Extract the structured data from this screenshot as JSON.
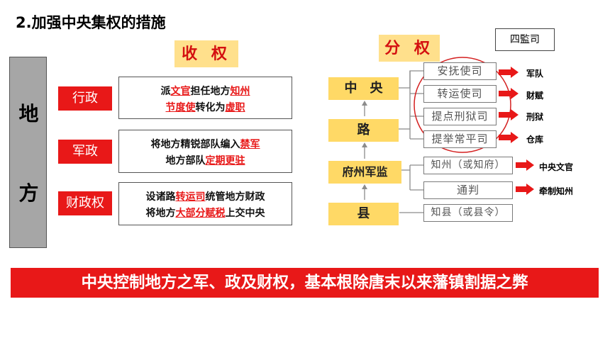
{
  "title": "2.加强中央集权的措施",
  "side_label": [
    "地",
    "方"
  ],
  "left": {
    "header": "收 权",
    "rows": [
      {
        "category": "行政",
        "line1": [
          "派",
          "文官",
          "担任地方",
          "知州"
        ],
        "line2": [
          "节度使",
          "转化为",
          "虚职"
        ]
      },
      {
        "category": "军政",
        "line1": [
          "将地方精锐部队编入",
          "禁军"
        ],
        "line2": [
          "地方部队",
          "定期更驻"
        ]
      },
      {
        "category": "财政权",
        "line1": [
          "设诸路",
          "转运司",
          "统管地方财政"
        ],
        "line2": [
          "将地方",
          "大部分赋税",
          "上交中央"
        ]
      }
    ]
  },
  "right": {
    "header": "分 权",
    "note": "四監司",
    "levels": [
      "中　央",
      "路",
      "府州军监",
      "县"
    ],
    "offices": [
      "安抚使司",
      "转运使司",
      "提点刑狱司",
      "提举常平司",
      "知州（或知府）",
      "通判",
      "知县（或县令）"
    ],
    "duties": [
      "军队",
      "财赋",
      "刑狱",
      "仓库",
      "中央文官",
      "牵制知州"
    ]
  },
  "conclusion": "中央控制地方之军、政及财权，基本根除唐末以来藩镇割据之弊"
}
